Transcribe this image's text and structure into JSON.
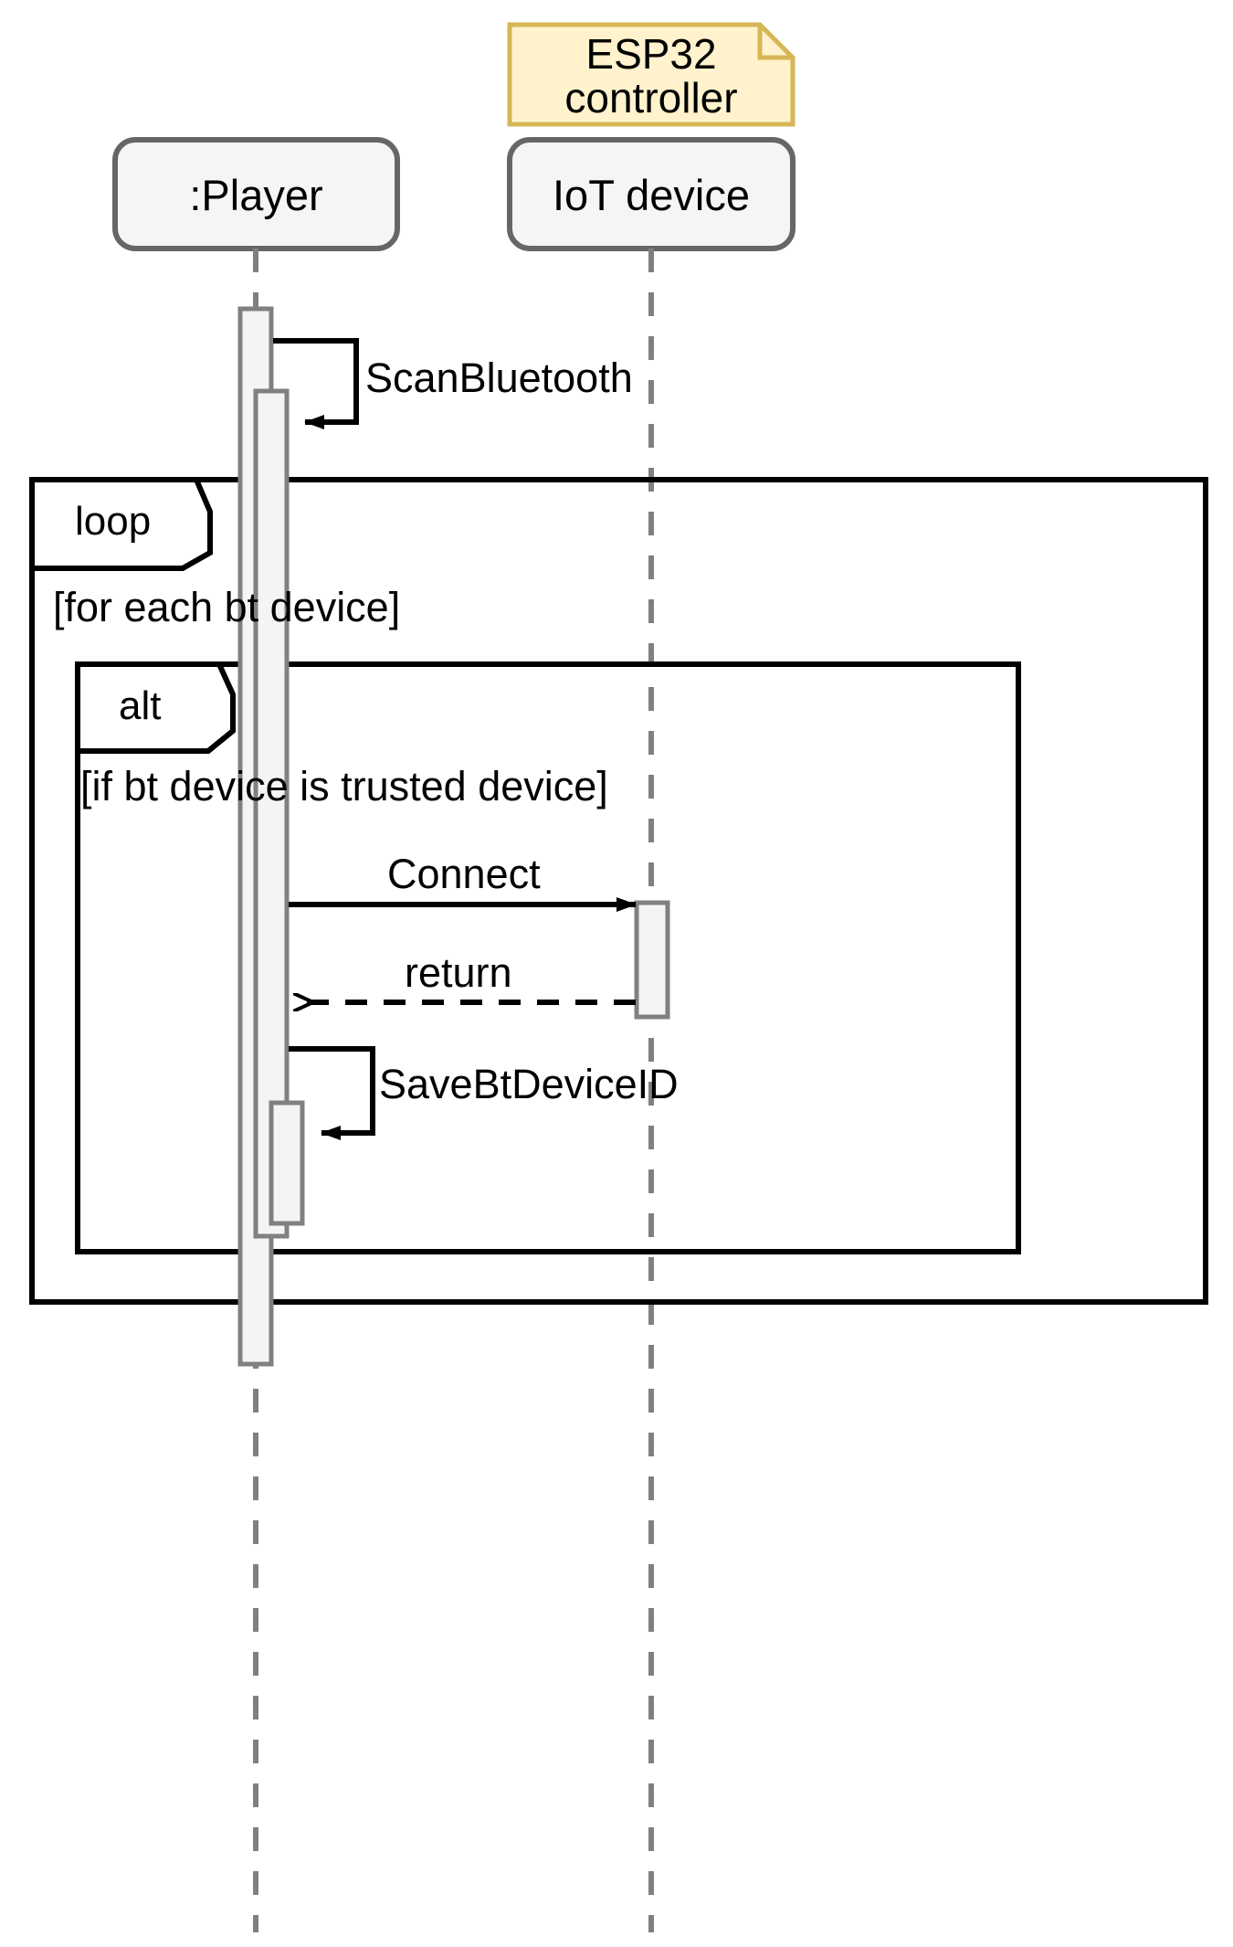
{
  "diagram": {
    "type": "uml-sequence-diagram",
    "title": "",
    "colors": {
      "note_fill": "#fff2cc",
      "note_border": "#d6b656",
      "lifeline_box_fill": "#f5f5f5",
      "lifeline_box_border": "#666666",
      "activation_fill": "#f4f4f4",
      "activation_border": "#808080",
      "lifeline_dash": "#808080",
      "fragment_border": "#000000",
      "message_line": "#000000",
      "text": "#000000",
      "background": "#ffffff"
    }
  },
  "note": {
    "line1": "ESP32",
    "line2": "controller",
    "text": "ESP32 controller",
    "attached_to": "IoT device"
  },
  "lifelines": [
    {
      "id": "player",
      "label": ":Player"
    },
    {
      "id": "iot",
      "label": "IoT device"
    }
  ],
  "fragments": [
    {
      "id": "loop",
      "keyword": "loop",
      "guard": "[for each bt device]"
    },
    {
      "id": "alt",
      "keyword": "alt",
      "guard": "[if bt device is trusted device]"
    }
  ],
  "messages": [
    {
      "id": "scan",
      "label": "ScanBluetooth",
      "kind": "self",
      "line": "solid",
      "from": "player",
      "to": "player"
    },
    {
      "id": "connect",
      "label": "Connect",
      "kind": "call",
      "line": "solid",
      "from": "player",
      "to": "iot"
    },
    {
      "id": "return",
      "label": "return",
      "kind": "reply",
      "line": "dashed",
      "from": "iot",
      "to": "player"
    },
    {
      "id": "save",
      "label": "SaveBtDeviceID",
      "kind": "self",
      "line": "solid",
      "from": "player",
      "to": "player"
    }
  ]
}
